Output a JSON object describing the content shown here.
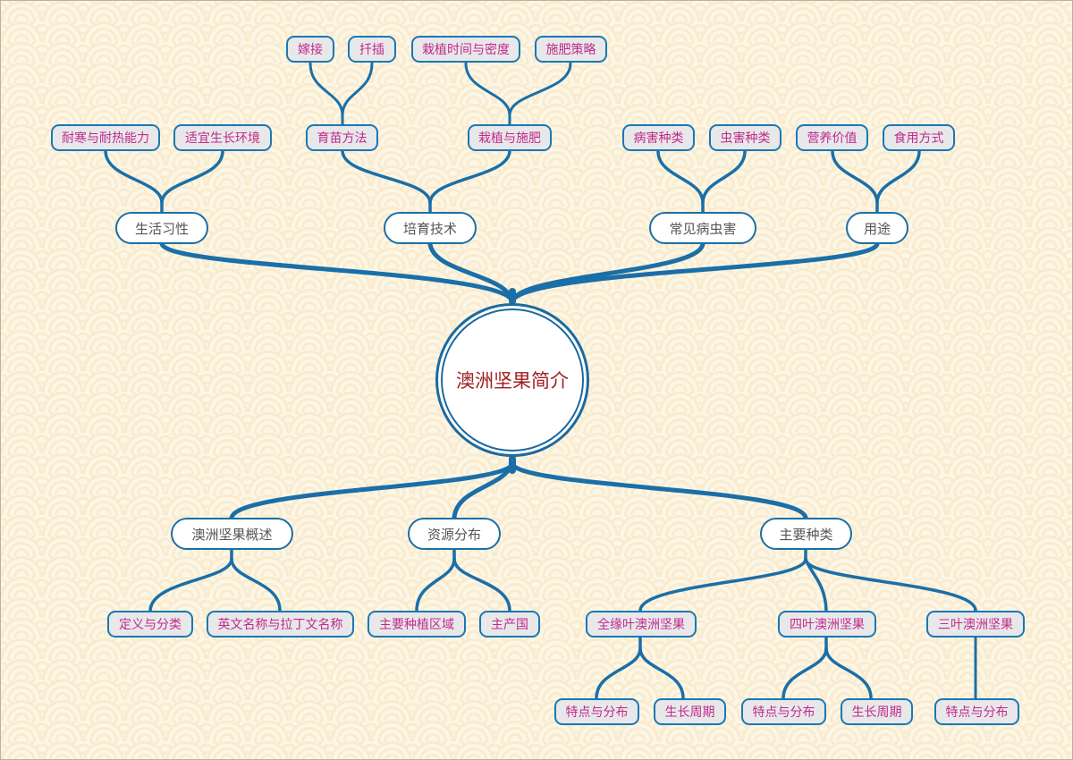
{
  "colors": {
    "connector": "#1a6fa8",
    "leaf_text": "#c02a8a",
    "branch_text": "#555555",
    "root_text": "#a02020",
    "leaf_bg": "#e8e8ea",
    "background": "#fdf6e6"
  },
  "root": {
    "label": "澳洲坚果简介"
  },
  "top_branches": [
    {
      "label": "生活习性",
      "children": [
        {
          "label": "耐寒与耐热能力"
        },
        {
          "label": "适宜生长环境"
        }
      ]
    },
    {
      "label": "培育技术",
      "children": [
        {
          "label": "育苗方法",
          "children": [
            {
              "label": "嫁接"
            },
            {
              "label": "扦插"
            }
          ]
        },
        {
          "label": "栽植与施肥",
          "children": [
            {
              "label": "栽植时间与密度"
            },
            {
              "label": "施肥策略"
            }
          ]
        }
      ]
    },
    {
      "label": "常见病虫害",
      "children": [
        {
          "label": "病害种类"
        },
        {
          "label": "虫害种类"
        }
      ]
    },
    {
      "label": "用途",
      "children": [
        {
          "label": "营养价值"
        },
        {
          "label": "食用方式"
        }
      ]
    }
  ],
  "bottom_branches": [
    {
      "label": "澳洲坚果概述",
      "children": [
        {
          "label": "定义与分类"
        },
        {
          "label": "英文名称与拉丁文名称"
        }
      ]
    },
    {
      "label": "资源分布",
      "children": [
        {
          "label": "主要种植区域"
        },
        {
          "label": "主产国"
        }
      ]
    },
    {
      "label": "主要种类",
      "children": [
        {
          "label": "全缘叶澳洲坚果",
          "children": [
            {
              "label": "特点与分布"
            },
            {
              "label": "生长周期"
            }
          ]
        },
        {
          "label": "四叶澳洲坚果",
          "children": [
            {
              "label": "特点与分布"
            },
            {
              "label": "生长周期"
            }
          ]
        },
        {
          "label": "三叶澳洲坚果",
          "children": [
            {
              "label": "特点与分布"
            }
          ]
        }
      ]
    }
  ]
}
